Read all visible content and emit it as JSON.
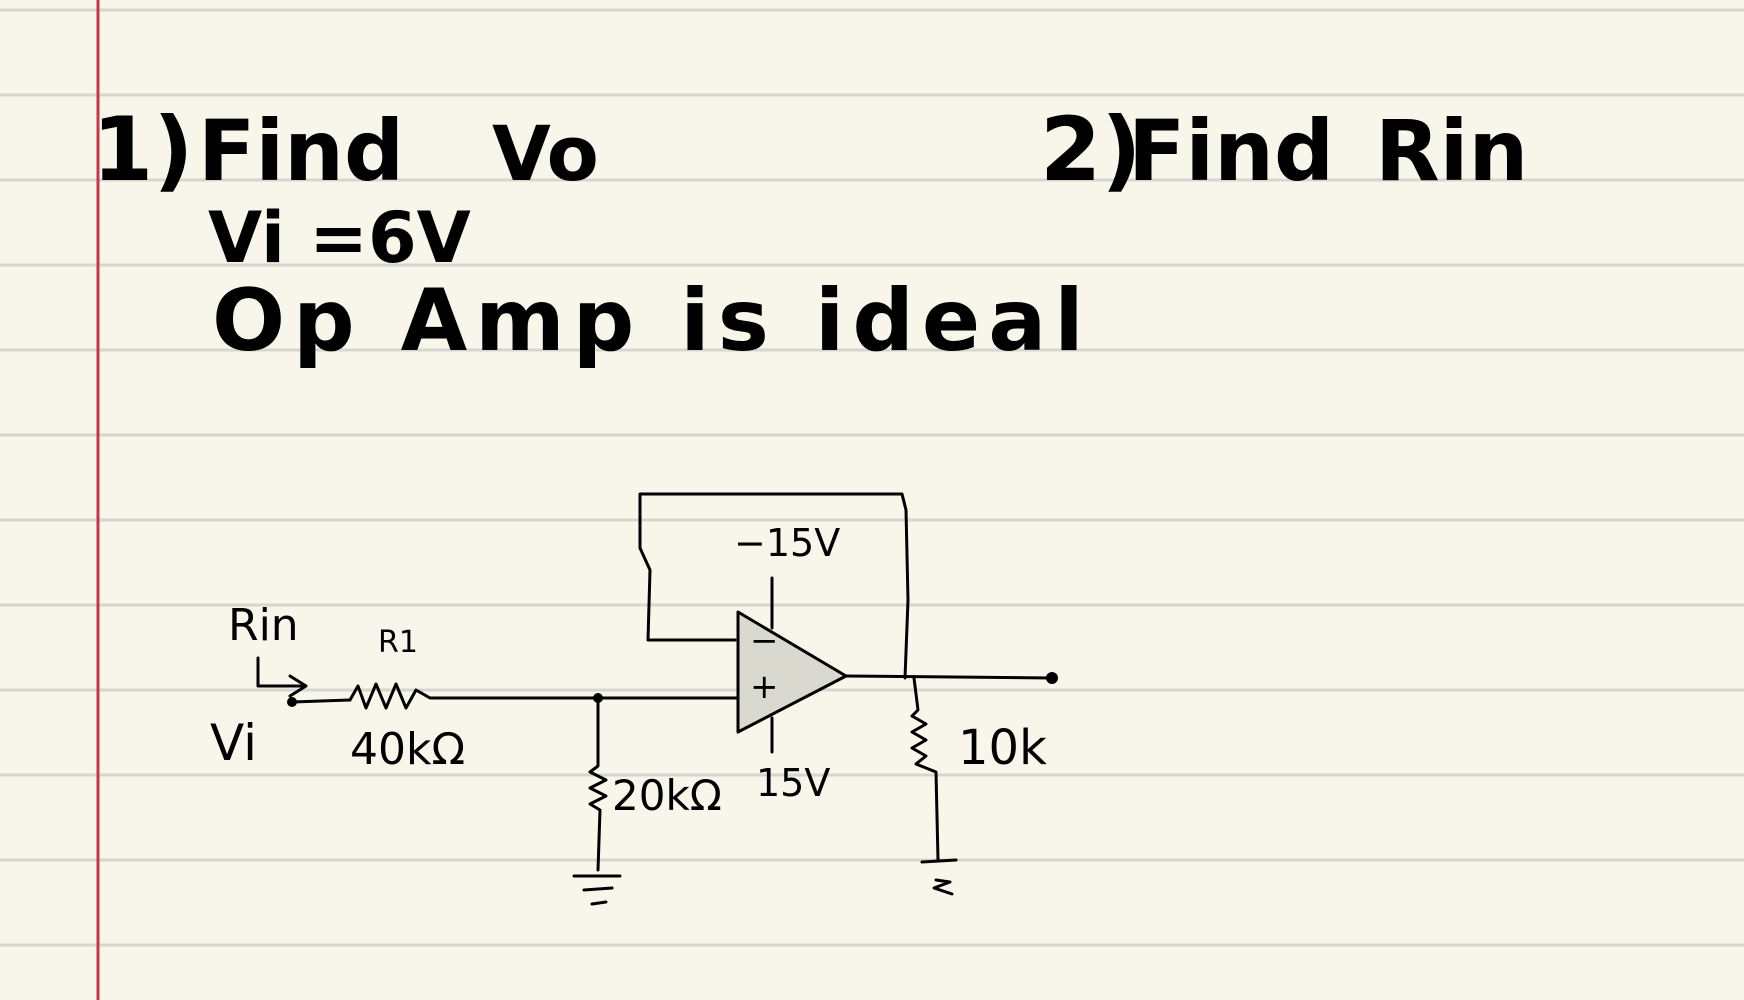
{
  "paper": {
    "background": "#f8f6ea",
    "rule_color": "#d6d6d0",
    "margin_color": "#c8364a"
  },
  "problem1": {
    "number": "1)",
    "find": "Find",
    "target": "Vo",
    "given_vi": "Vi =6V",
    "given_opamp": "Op Amp is ideal"
  },
  "problem2": {
    "number": "2)",
    "find": "Find",
    "target": "Rin"
  },
  "circuit": {
    "rin_label": "Rin",
    "r1_label": "R1",
    "r1_value": "40kΩ",
    "vi_label": "Vi",
    "r2_value": "20kΩ",
    "neg_supply": "−15V",
    "pos_supply": "15V",
    "inv_sign": "−",
    "noninv_sign": "+",
    "rl_value": "10k",
    "opamp_fill": "#d9d9cf"
  }
}
